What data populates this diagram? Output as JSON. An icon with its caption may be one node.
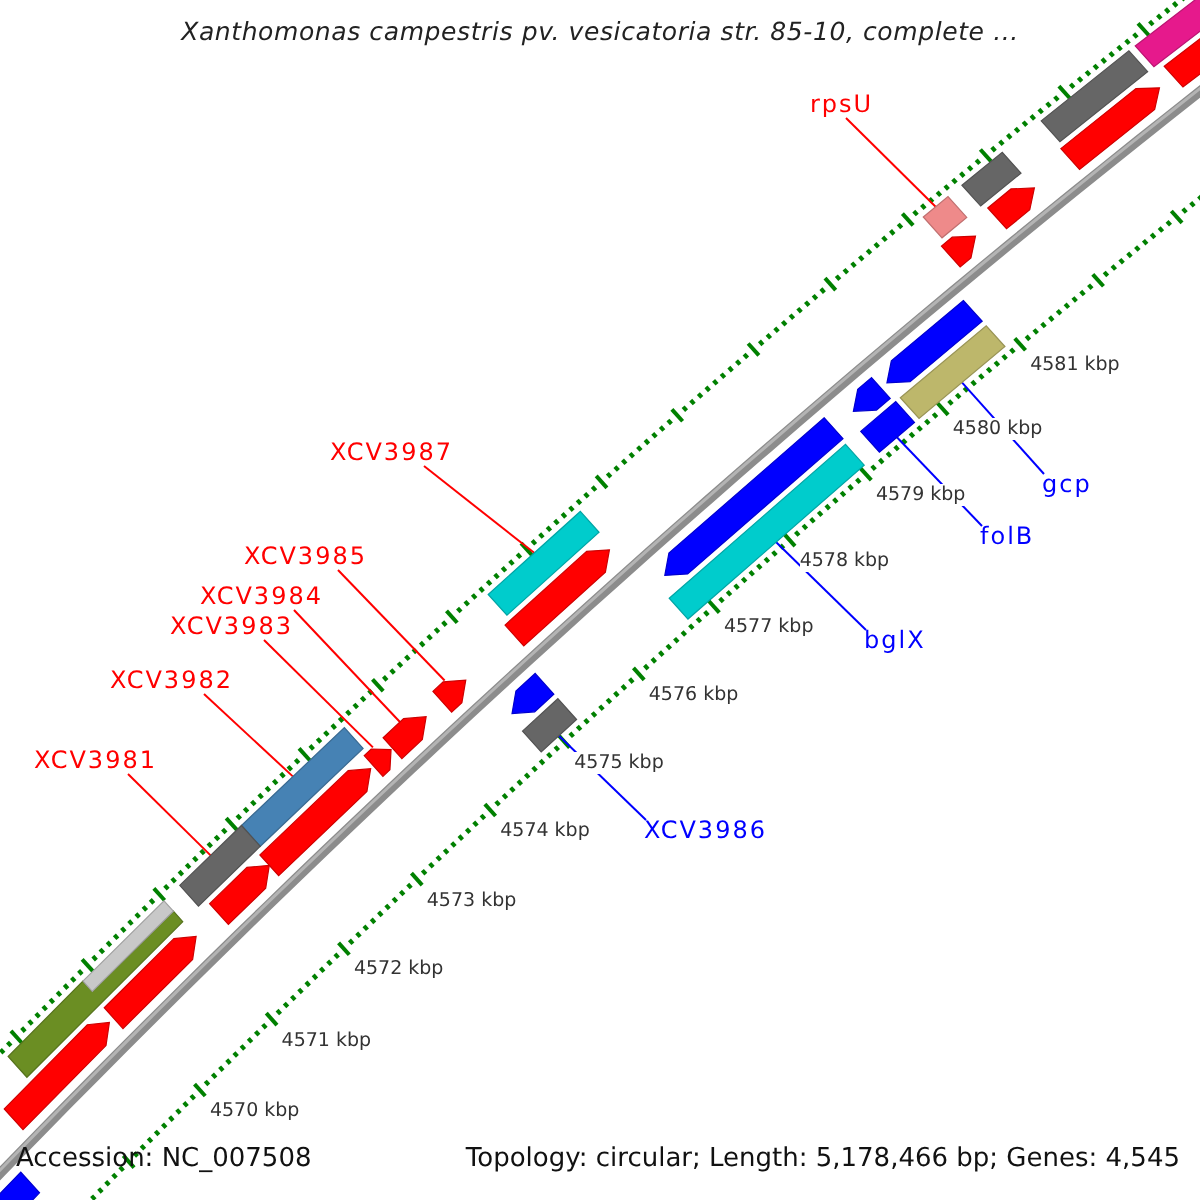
{
  "diagram": {
    "title": "Xanthomonas campestris pv. vesicatoria str. 85-10, complete ...",
    "nodes": [
      {
        "text": [
          "rpsU"
        ]
      },
      {
        "text": [],
        "shape": "bar"
      },
      {
        "text": [
          "XCV3987"
        ]
      },
      {
        "text": [],
        "shape": "bar"
      },
      {
        "text": [
          "gcp"
        ]
      },
      {
        "text": [],
        "shape": "bar"
      },
      {
        "text": [
          "folB"
        ]
      },
      {
        "text": [],
        "shape": "bar"
      },
      {
        "text": [
          "XCV3985"
        ]
      },
      {
        "text": [],
        "shape": "arrow"
      },
      {
        "text": [
          "XCV3984"
        ]
      },
      {
        "text": [],
        "shape": "arrow"
      },
      {
        "text": [
          "XCV3983"
        ]
      },
      {
        "text": [],
        "shape": "arrow"
      },
      {
        "text": [
          "bglX"
        ]
      },
      {
        "text": [],
        "shape": "bar"
      },
      {
        "text": [
          "XCV3982"
        ]
      },
      {
        "text": [],
        "shape": "bar"
      },
      {
        "text": [
          "XCV3981"
        ]
      },
      {
        "text": [],
        "shape": "bar"
      },
      {
        "text": [
          "XCV3986"
        ]
      },
      {
        "text": [],
        "shape": "bar"
      },
      {
        "text": [],
        "shape": "bar"
      },
      {
        "text": [],
        "shape": "arrow"
      },
      {
        "text": [],
        "shape": "arrow"
      },
      {
        "text": [],
        "shape": "arrow"
      },
      {
        "text": [],
        "shape": "arrow"
      },
      {
        "text": [],
        "shape": "arrow"
      },
      {
        "text": [],
        "shape": "arrow"
      },
      {
        "text": [],
        "shape": "arrow"
      },
      {
        "text": [],
        "shape": "arrow"
      },
      {
        "text": [],
        "shape": "arrow"
      },
      {
        "text": [],
        "shape": "arrow"
      },
      {
        "text": [],
        "shape": "arrow"
      },
      {
        "text": [],
        "shape": "bar"
      },
      {
        "text": [],
        "shape": "arrow"
      },
      {
        "text": [],
        "shape": "arrow"
      },
      {
        "text": [],
        "shape": "bar"
      },
      {
        "text": [],
        "shape": "bar"
      },
      {
        "text": [],
        "shape": "arrow"
      }
    ],
    "edges": [
      {
        "from": 0,
        "to": 1,
        "arrow": "none"
      },
      {
        "from": 2,
        "to": 3,
        "arrow": "none"
      },
      {
        "from": 4,
        "to": 5,
        "arrow": "none",
        "color": "#0000ff"
      },
      {
        "from": 6,
        "to": 7,
        "arrow": "none",
        "color": "#0000ff"
      },
      {
        "from": 8,
        "to": 9,
        "arrow": "none"
      },
      {
        "from": 10,
        "to": 11,
        "arrow": "none"
      },
      {
        "from": 12,
        "to": 13,
        "arrow": "none"
      },
      {
        "from": 14,
        "to": 15,
        "arrow": "none",
        "color": "#0000ff"
      },
      {
        "from": 16,
        "to": 17,
        "arrow": "none"
      },
      {
        "from": 18,
        "to": 19,
        "arrow": "none"
      },
      {
        "from": 20,
        "to": 21,
        "arrow": "none",
        "color": "#0000ff"
      }
    ],
    "labels": [
      "4581 kbp",
      "4580 kbp",
      "4579 kbp",
      "4578 kbp",
      "4577 kbp",
      "4576 kbp",
      "4575 kbp",
      "4574 kbp",
      "4573 kbp",
      "4572 kbp",
      "4571 kbp",
      "4570 kbp",
      "Accession: NC_007508",
      "Topology: circular; Length: 5,178,466 bp; Genes: 4,545"
    ]
  }
}
